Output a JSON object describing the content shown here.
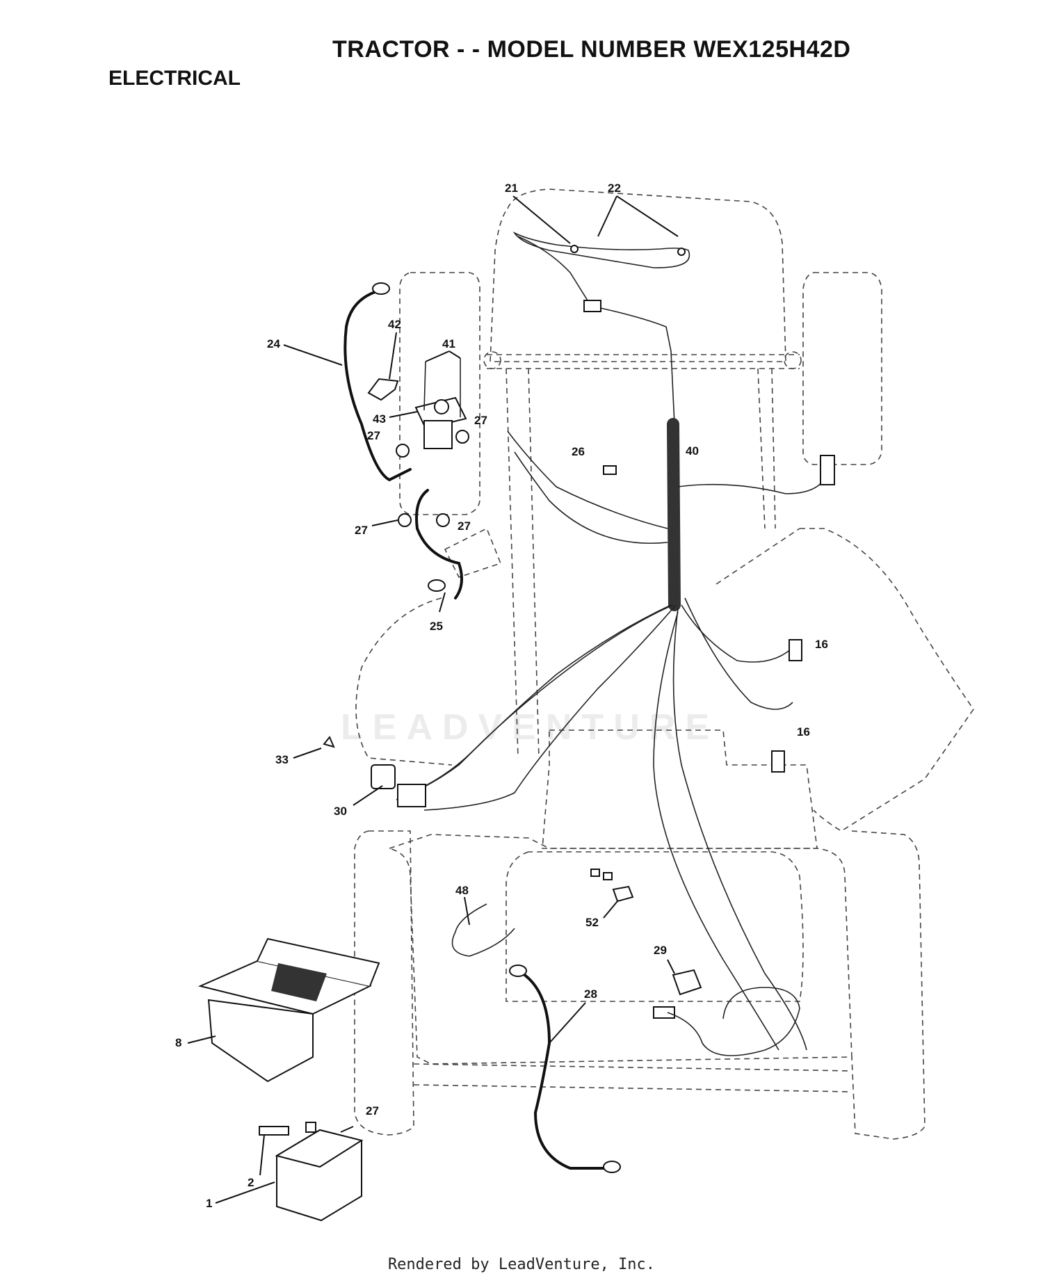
{
  "header": {
    "title": "TRACTOR - - MODEL NUMBER WEX125H42D",
    "section": "ELECTRICAL"
  },
  "watermark": {
    "text": "LEADVENTURE"
  },
  "footer": {
    "text": "Rendered by LeadVenture, Inc."
  },
  "callouts": {
    "c1": "1",
    "c2": "2",
    "c8": "8",
    "c16a": "16",
    "c16b": "16",
    "c21": "21",
    "c22": "22",
    "c24": "24",
    "c25": "25",
    "c26": "26",
    "c27a": "27",
    "c27b": "27",
    "c27c": "27",
    "c27d": "27",
    "c27e": "27",
    "c28": "28",
    "c29": "29",
    "c30": "30",
    "c33": "33",
    "c40": "40",
    "c41": "41",
    "c42": "42",
    "c43": "43",
    "c48": "48",
    "c52": "52"
  }
}
